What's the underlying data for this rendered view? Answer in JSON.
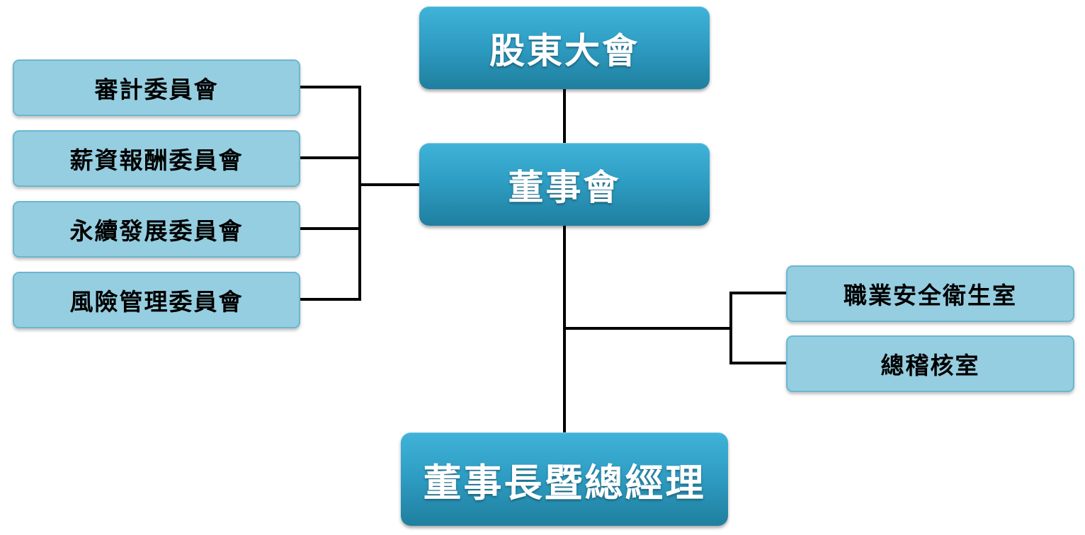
{
  "chart": {
    "top": "股東大會",
    "board": "董事會",
    "executive": "董事長暨總經理",
    "committees": [
      "審計委員會",
      "薪資報酬委員會",
      "永續發展委員會",
      "風險管理委員會"
    ],
    "offices": [
      "職業安全衛生室",
      "總稽核室"
    ]
  },
  "colors": {
    "main_box": "#2f9ec4",
    "sub_box": "#95cee0",
    "connector": "#000000"
  }
}
